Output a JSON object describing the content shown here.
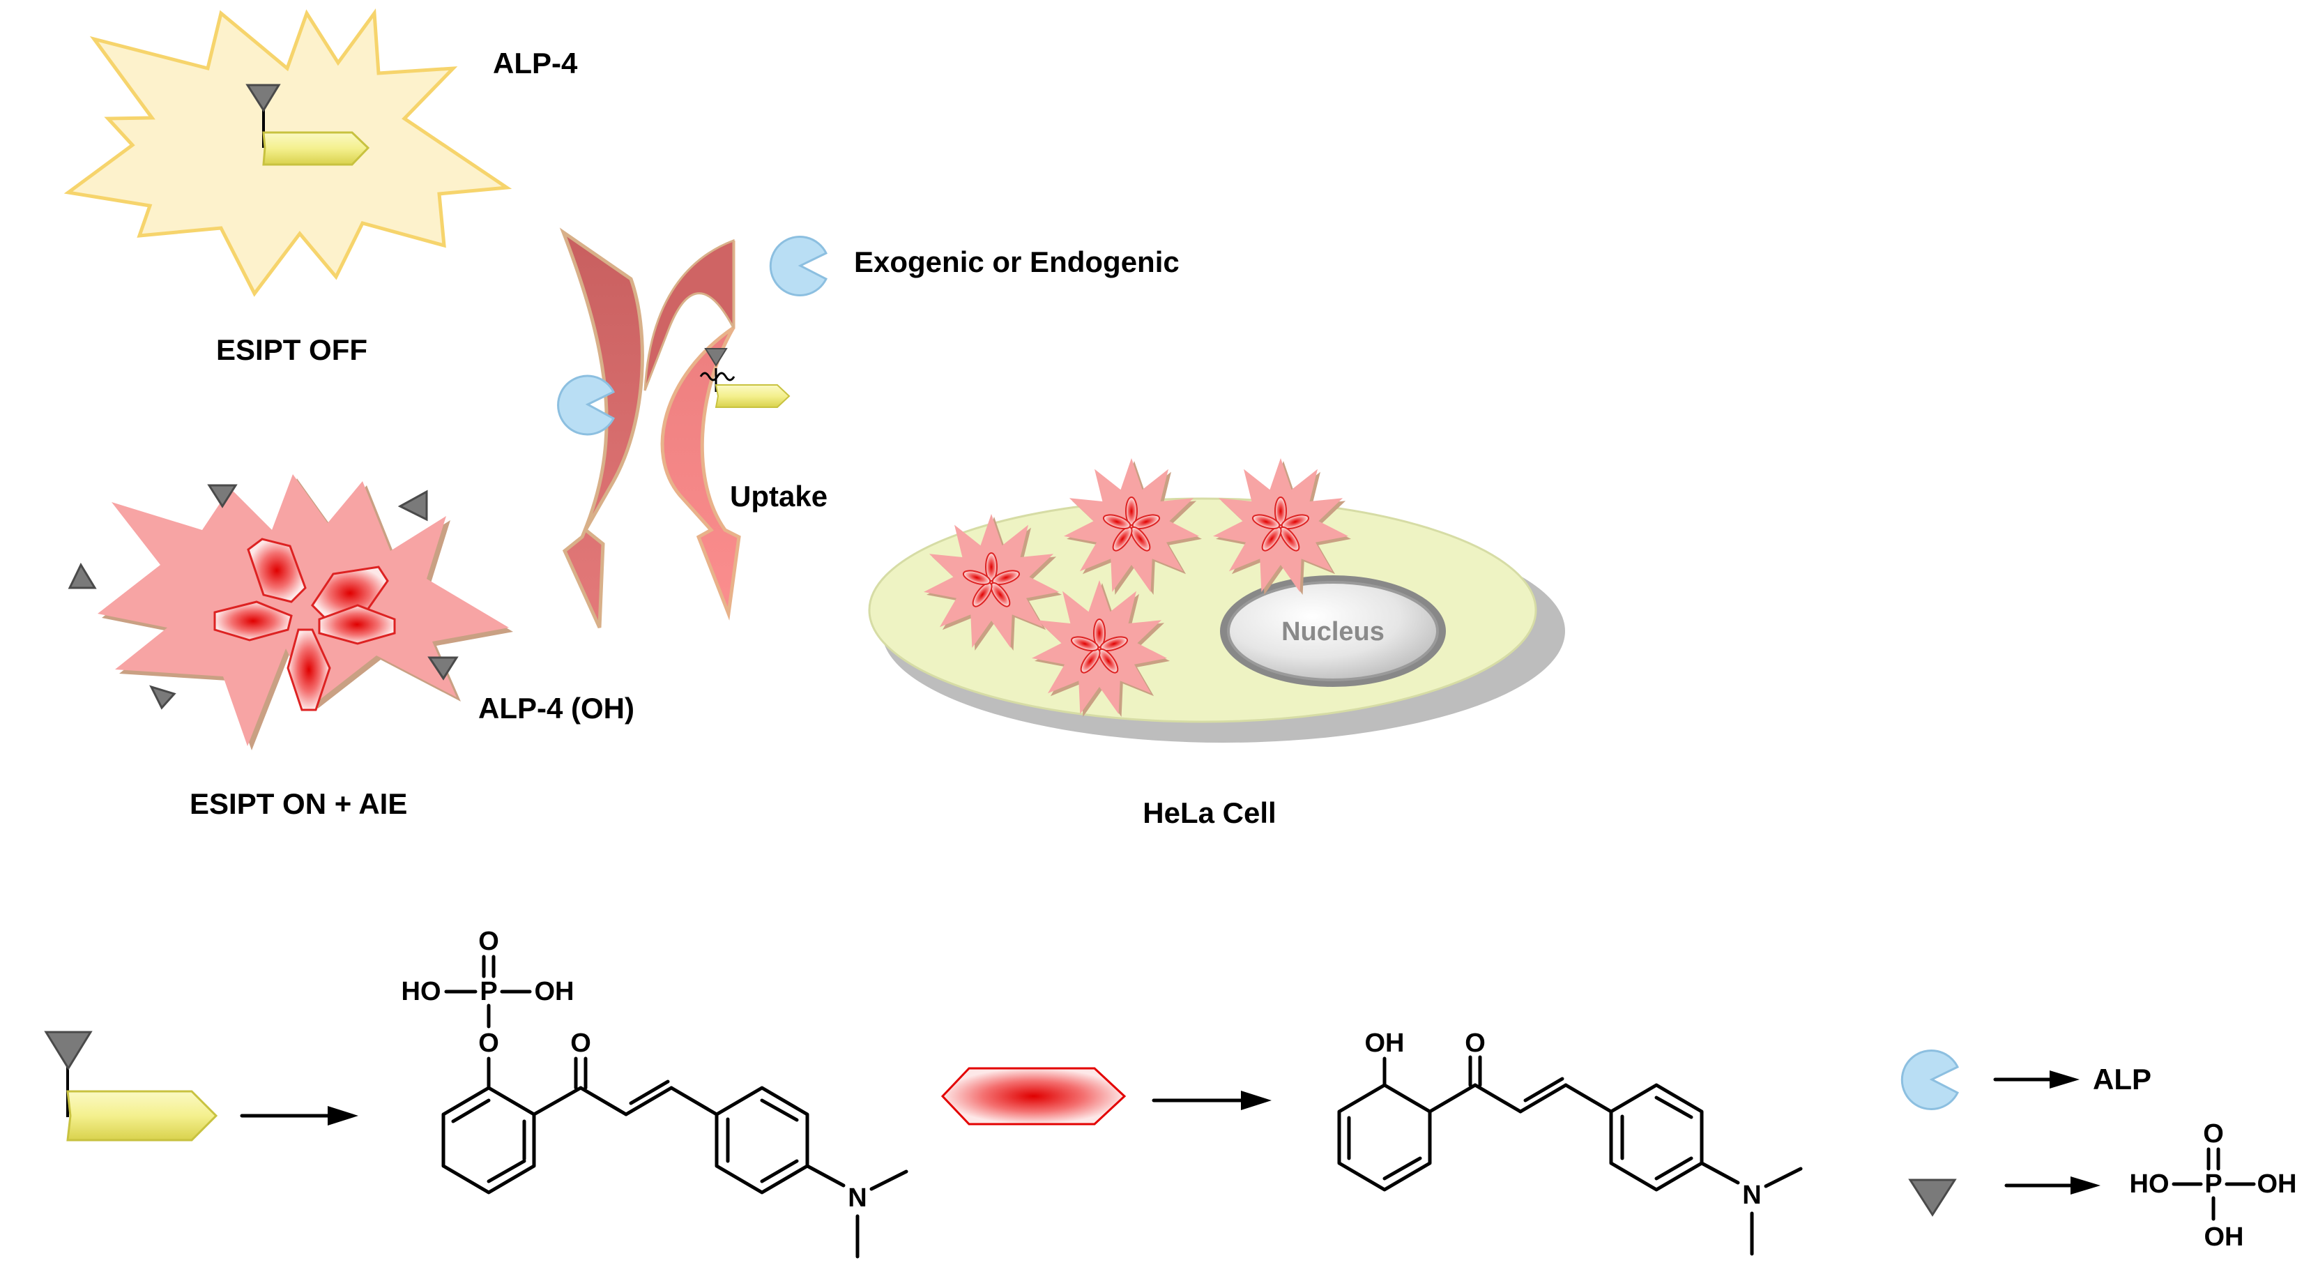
{
  "labels": {
    "alp4": "ALP-4",
    "esipt_off": "ESIPT OFF",
    "exo_endo": "Exogenic or Endogenic",
    "uptake": "Uptake",
    "alp4_oh": "ALP-4 (OH)",
    "esipt_on": "ESIPT ON + AIE",
    "nucleus": "Nucleus",
    "hela": "HeLa Cell",
    "alp": "ALP"
  },
  "chem": {
    "ho": "HO",
    "oh": "OH",
    "o": "O",
    "p": "P",
    "n": "N"
  },
  "colors": {
    "off_burst_fill": "#fdf2cc",
    "off_burst_stroke": "#f6d46c",
    "on_burst_fill": "#f7a4a4",
    "on_burst_shadow": "#c9a083",
    "arrow_dark": "#cc6565",
    "arrow_light": "#f28585",
    "cell_fill": "#eef3c3",
    "cell_shadow": "#bdbdbd",
    "enzyme": "#b9def4",
    "triangle": "#7a7a7a",
    "hexagon_yellow": "#f4f08e",
    "hexagon_red": "#e30000"
  }
}
